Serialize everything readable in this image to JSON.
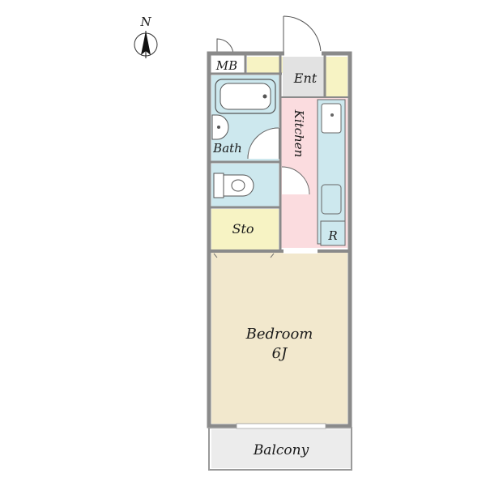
{
  "compass": {
    "label": "N"
  },
  "rooms": {
    "mb": "MB",
    "ent": "Ent",
    "kitchen": "Kitchen",
    "bath": "Bath",
    "sto": "Sto",
    "r": "R",
    "bedroom": "Bedroom",
    "bedroom_size": "6J",
    "balcony": "Balcony"
  },
  "colors": {
    "wall": "#8a8a8a",
    "bath": "#cde8ee",
    "kitchen": "#fbdcdf",
    "entrance": "#e2e2e2",
    "storage": "#f7f3c4",
    "bedroom": "#f2e8cd",
    "balcony": "#ececec",
    "fixture_blue": "#cde8ee"
  }
}
